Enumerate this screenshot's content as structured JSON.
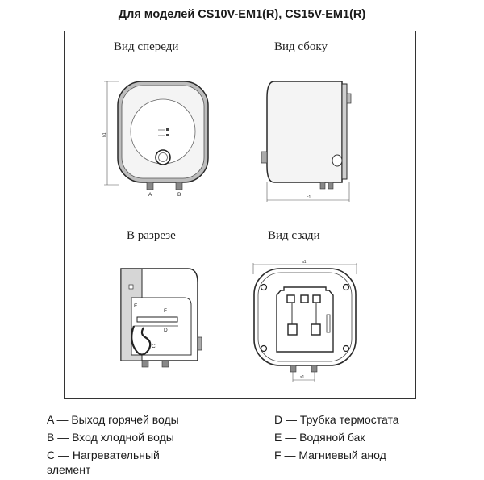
{
  "title": "Для моделей CS10V-EM1(R), CS15V-EM1(R)",
  "views": {
    "front": "Вид спереди",
    "side": "Вид сбоку",
    "section": "В разрезе",
    "back": "Вид сзади"
  },
  "dimensions": {
    "front_height": "b1",
    "side_width": "c1",
    "back_width": "a1",
    "back_pipe_spacing": "s1"
  },
  "connector_letters": {
    "a": "A",
    "b": "B"
  },
  "section_letters": {
    "e": "E",
    "f": "F",
    "d": "D",
    "c": "C"
  },
  "legend": {
    "a": "A — Выход горячей воды",
    "b": "B — Вход хлодной воды",
    "c": "C — Нагревательный элемент",
    "d": "D — Трубка термостата",
    "e": "E — Водяной бак",
    "f": "F — Магниевый анод"
  }
}
